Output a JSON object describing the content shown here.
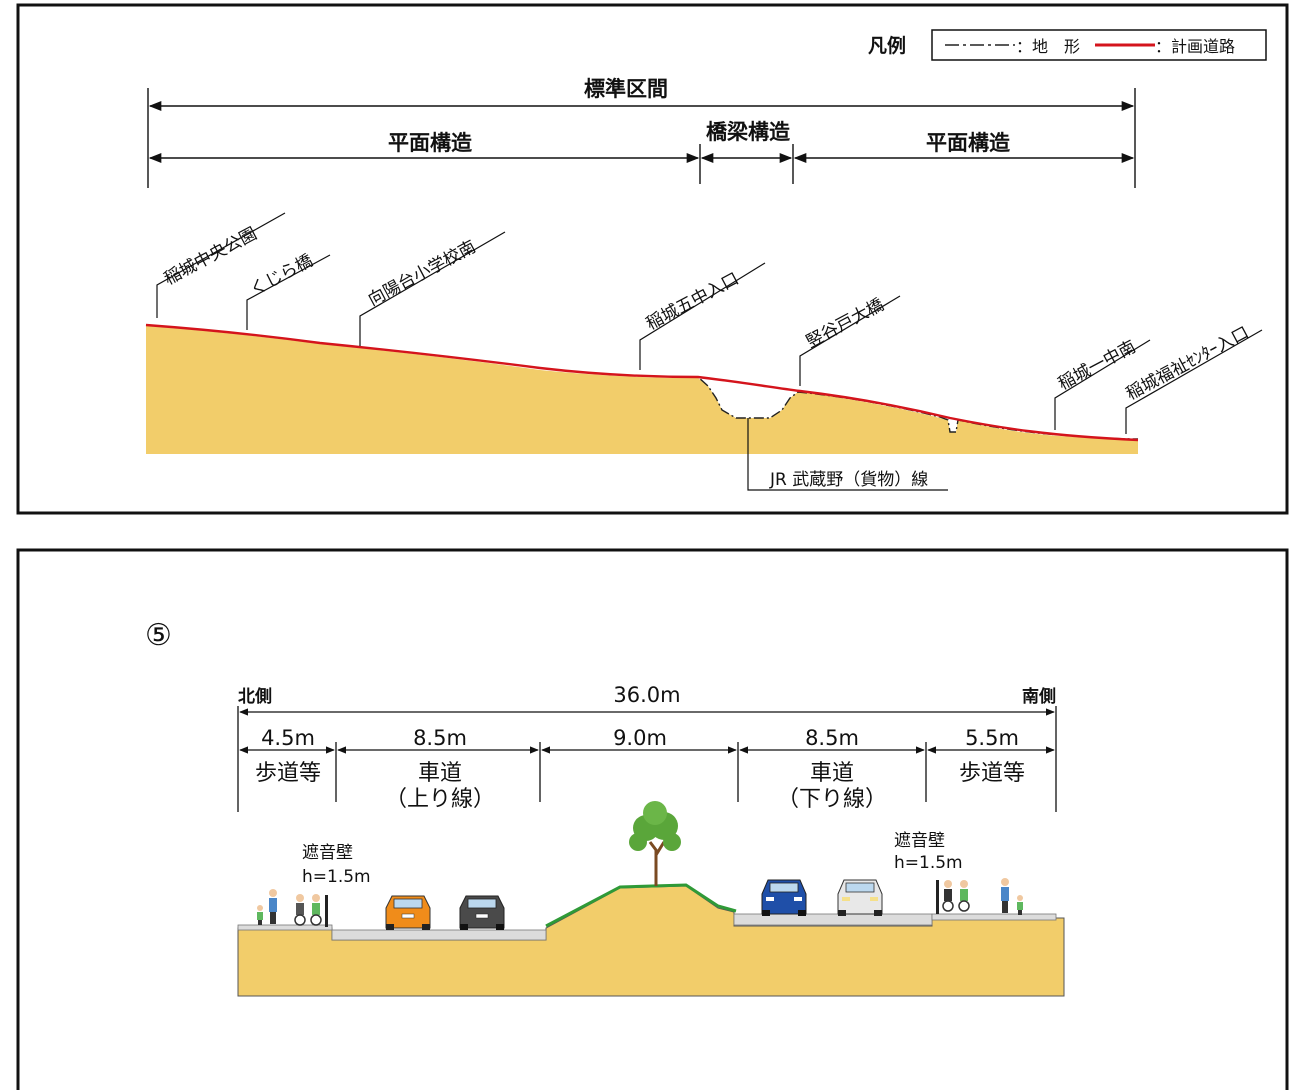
{
  "legend": {
    "title": "凡例",
    "terrain_label": "：地　形",
    "planned_road_label": "：計画道路",
    "terrain_line_color": "#222222",
    "planned_road_color": "#d4141c"
  },
  "profile": {
    "span_total": "標準区間",
    "span_sections": [
      "平面構造",
      "橋梁構造",
      "平面構造"
    ],
    "landmarks": [
      "稲城中央公園",
      "くじら橋",
      "向陽台小学校南",
      "稲城五中入口",
      "竪谷戸大橋",
      "稲城一中南",
      "稲城福祉ｾﾝﾀｰ入口"
    ],
    "rail_label": "JR 武蔵野（貨物）線",
    "ground_color": "#f2cd6a"
  },
  "cross_section": {
    "marker": "⑤",
    "north_label": "北側",
    "south_label": "南側",
    "total_width": "36.0m",
    "segments": [
      {
        "width": "4.5m",
        "label": "歩道等",
        "sub": ""
      },
      {
        "width": "8.5m",
        "label": "車道",
        "sub": "（上り線）"
      },
      {
        "width": "9.0m",
        "label": "",
        "sub": ""
      },
      {
        "width": "8.5m",
        "label": "車道",
        "sub": "（下り線）"
      },
      {
        "width": "5.5m",
        "label": "歩道等",
        "sub": ""
      }
    ],
    "wall_label_north": "遮音壁",
    "wall_height_north": "h=1.5m",
    "wall_label_south": "遮音壁",
    "wall_height_south": "h=1.5m",
    "ground_color": "#f2cd6a",
    "median_slope_color": "#2f9a37",
    "tree_leaf_color": "#5aa63a",
    "car_colors": [
      "#f08c1a",
      "#4a4a4a",
      "#1f4fa8",
      "#e8e8e8"
    ]
  }
}
